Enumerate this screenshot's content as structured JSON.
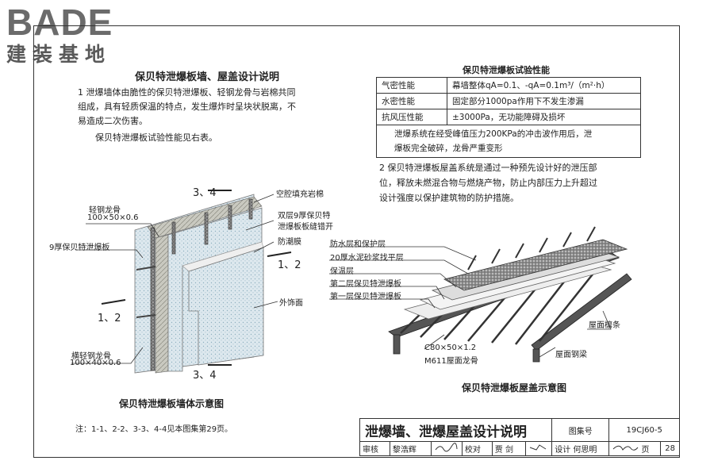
{
  "logo": {
    "main": "BADE",
    "sub": "建装基地"
  },
  "left": {
    "title": "保贝特泄爆板墙、屋盖设计说明",
    "p1_line1": "1  泄爆墙体由脆性的保贝特泄爆板、轻钢龙骨与岩棉共同",
    "p1_line2": "组成，具有轻质保温的特点，发生爆炸时呈块状脱离，不",
    "p1_line3": "易造成二次伤害。",
    "p1_line4": "保贝特泄爆板试验性能见右表。"
  },
  "table": {
    "title": "保贝特泄爆板试验性能",
    "rows": [
      {
        "label": "气密性能",
        "value": "幕墙整体qA=0.1、-qA=0.1m³/（m²·h）"
      },
      {
        "label": "水密性能",
        "value": "固定部分1000pa作用下不发生渗漏"
      },
      {
        "label": "抗风压性能",
        "value": "±3000Pa，无功能障碍及损坏"
      }
    ],
    "note_line1": "泄爆系统在经受峰值压力200KPa的冲击波作用后，泄",
    "note_line2": "爆板完全破碎，龙骨严重变形"
  },
  "right": {
    "p2_line1": "2  保贝特泄爆板屋盖系统是通过一种预先设计好的泄压部",
    "p2_line2": "位，释放未燃混合物与燃烧产物，防止内部压力上升超过",
    "p2_line3": "设计强度以保护建筑物的防护措施。"
  },
  "wall": {
    "label_34_top": "3、4",
    "label_34_bottom": "3、4",
    "label_12_left": "1、2",
    "label_12_right": "1、2",
    "light_keel": "轻钢龙骨",
    "light_keel_size": "100×50×0.6",
    "board_9": "9厚保贝特泄爆板",
    "cavity": "空腔填充岩棉",
    "double_layer_1": "双层9厚保贝特",
    "double_layer_2": "泄爆板板缝错开",
    "moisture": "防潮膜",
    "finish": "外饰面",
    "cross_keel": "横轻钢龙骨",
    "cross_keel_size": "100×40×0.6",
    "caption": "保贝特泄爆板墙体示意图"
  },
  "roof": {
    "waterproof": "防水层和保护层",
    "mortar": "20厚水泥砂浆找平层",
    "insulation": "保温层",
    "layer2": "第二层保贝特泄爆板",
    "layer1": "第一层保贝特泄爆板",
    "purlin": "屋面檩条",
    "keel_size": "C80×50×1.2",
    "keel_name": "M611屋面龙骨",
    "beam": "屋面钢梁",
    "caption": "保贝特泄爆板屋盖示意图"
  },
  "footnote": "注：1-1、2-2、3-3、4-4见本图集第29页。",
  "title_block": {
    "title": "泄爆墙、泄爆屋盖设计说明",
    "atlas_label": "图集号",
    "atlas_no": "19CJ60-5",
    "review_label": "审核",
    "review_name": "黎浩辉",
    "check_label": "校对",
    "check_name": "贾 剑",
    "design_label": "设计",
    "design_name": "何思明",
    "page_label": "页",
    "page_no": "28"
  }
}
